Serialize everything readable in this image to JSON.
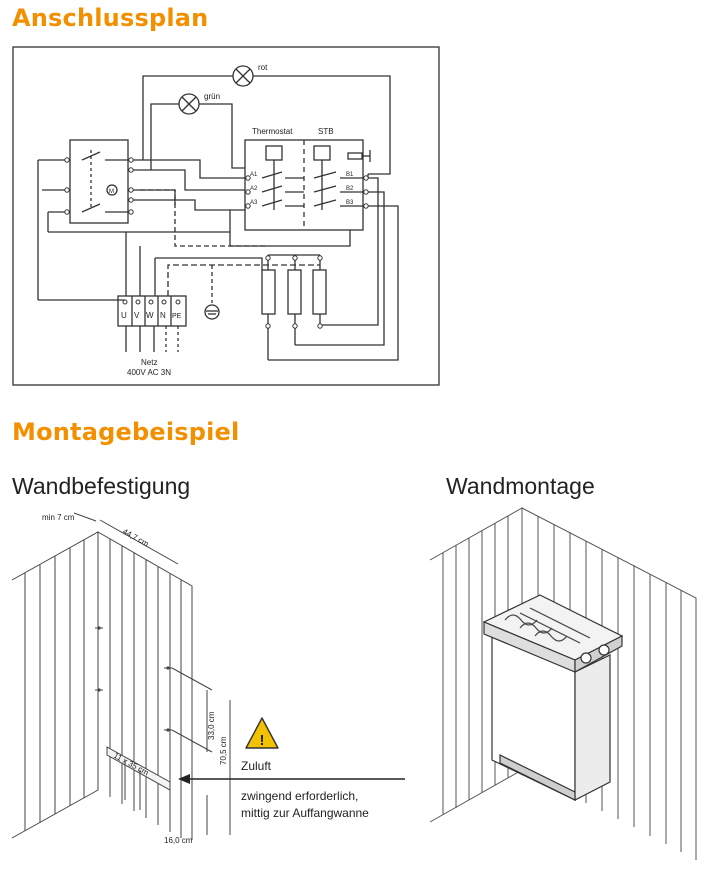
{
  "headings": {
    "wiring": "Anschlussplan",
    "mounting": "Montagebeispiel",
    "wall_fix": "Wandbefestigung",
    "wall_mount": "Wandmontage"
  },
  "wiring": {
    "lamp_red": "rot",
    "lamp_green": "grün",
    "thermostat": "Thermostat",
    "stb": "STB",
    "motor": "M",
    "terminals_left": [
      "A1",
      "A2",
      "A3"
    ],
    "terminals_right": [
      "B1",
      "B2",
      "B3"
    ],
    "terminal_block": [
      "U",
      "V",
      "W",
      "N",
      "PE"
    ],
    "mains_line1": "Netz",
    "mains_line2": "400V AC 3N"
  },
  "mounting": {
    "min_distance": "min 7 cm",
    "width": "44,7 cm",
    "vent_size": "11 x 35 cm",
    "dim_33": "33,0 cm",
    "dim_70": "70,5 cm",
    "dim_16": "16,0 cm",
    "warning_glyph": "!",
    "airflow_label": "Zuluft",
    "note_line1": "zwingend erforderlich,",
    "note_line2": "mittig zur Auffangwanne"
  },
  "icons": [
    "warning-triangle-icon",
    "lamp-icon",
    "ground-icon",
    "motor-icon"
  ],
  "colors": {
    "heading": "#f29000",
    "warning": "#f2c200",
    "line": "#333333"
  }
}
